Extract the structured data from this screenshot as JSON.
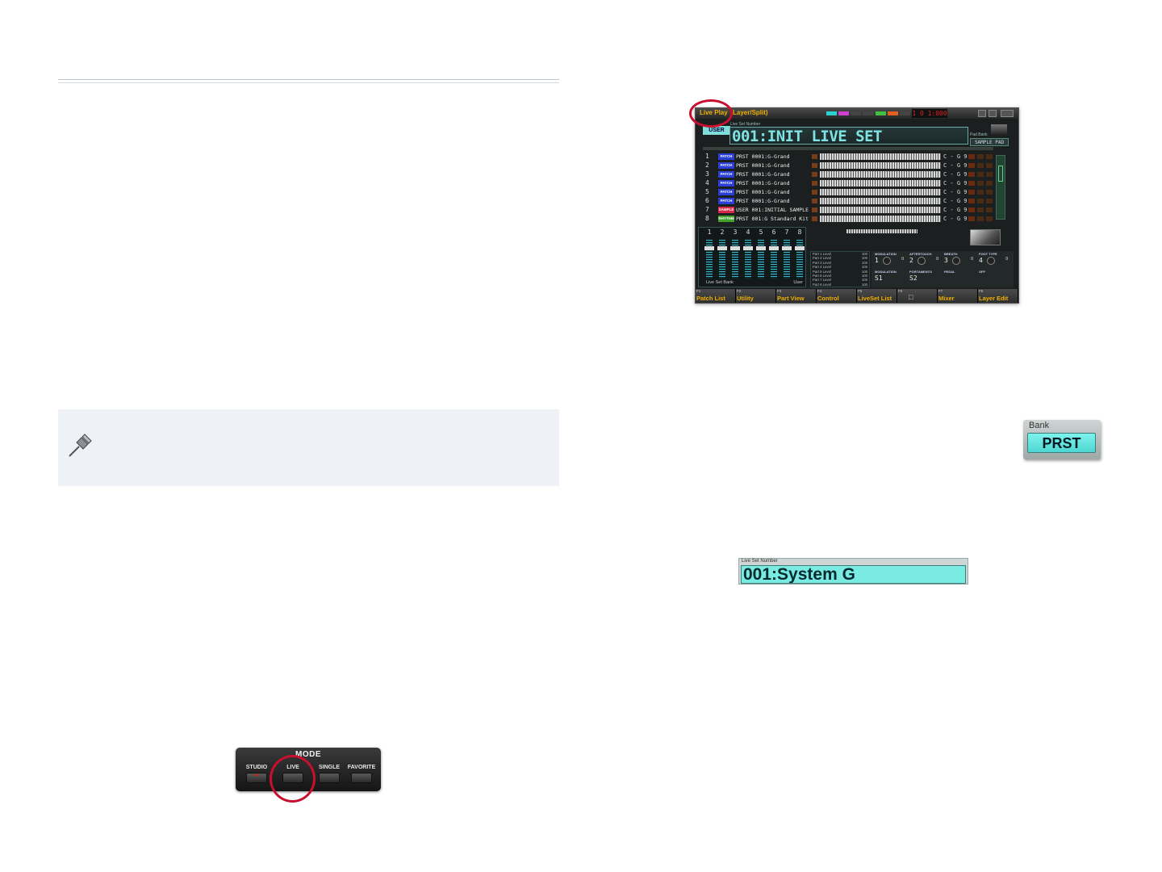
{
  "mode_panel": {
    "title": "MODE",
    "buttons": [
      "STUDIO",
      "LIVE",
      "SINGLE",
      "FAVORITE"
    ]
  },
  "live_screen": {
    "tabs": [
      "Live Play",
      "Layer/Split)"
    ],
    "tempo": "1 0 1:000",
    "set_type": "USER",
    "set_number_label": "Live Set Number",
    "set_name": "001:INIT LIVE SET",
    "pad_label": "Pad Bank",
    "pad_value": "SAMPLE PAD",
    "parts": [
      {
        "num": "1",
        "type": "PATCH",
        "name": "PRST 0001:G-Grand",
        "range": "C - G 9"
      },
      {
        "num": "2",
        "type": "PATCH",
        "name": "PRST 0001:G-Grand",
        "range": "C - G 9"
      },
      {
        "num": "3",
        "type": "PATCH",
        "name": "PRST 0001:G-Grand",
        "range": "C - G 9"
      },
      {
        "num": "4",
        "type": "PATCH",
        "name": "PRST 0001:G-Grand",
        "range": "C - G 9"
      },
      {
        "num": "5",
        "type": "PATCH",
        "name": "PRST 0001:G-Grand",
        "range": "C - G 9"
      },
      {
        "num": "6",
        "type": "PATCH",
        "name": "PRST 0001:G-Grand",
        "range": "C - G 9"
      },
      {
        "num": "7",
        "type": "SAMPLE",
        "name": "USER 001:INITIAL SAMPLE",
        "range": "C - G 9"
      },
      {
        "num": "8",
        "type": "RHYTHM",
        "name": "PRST 001:G Standard Kit",
        "range": "C - G 9"
      }
    ],
    "mixer_channels": [
      "1",
      "2",
      "3",
      "4",
      "5",
      "6",
      "7",
      "8"
    ],
    "bank_footer": {
      "label": "Live Set Bank",
      "value": "User"
    },
    "levels": [
      {
        "label": "Part 1 Level",
        "value": "100"
      },
      {
        "label": "Part 2 Level",
        "value": "100"
      },
      {
        "label": "Part 3 Level",
        "value": "100"
      },
      {
        "label": "Part 4 Level",
        "value": "100"
      },
      {
        "label": "Part 5 Level",
        "value": "100"
      },
      {
        "label": "Part 6 Level",
        "value": "100"
      },
      {
        "label": "Part 7 Level",
        "value": "100"
      },
      {
        "label": "Part 8 Level",
        "value": "100"
      }
    ],
    "controls": [
      {
        "label": "MODULATION",
        "num": "1",
        "value": "0"
      },
      {
        "label": "AFTERTOUCH",
        "num": "2",
        "value": "0"
      },
      {
        "label": "BREATH",
        "num": "3",
        "value": "0"
      },
      {
        "label": "FOOT TYPE",
        "num": "4",
        "value": "0"
      },
      {
        "label": "MODULATION",
        "num": "S1",
        "value": ""
      },
      {
        "label": "PORTAMENTO",
        "num": "S2",
        "value": ""
      },
      {
        "label": "PEDAL",
        "num": "",
        "value": ""
      },
      {
        "label": "OFF",
        "num": "",
        "value": ""
      }
    ],
    "function_keys": [
      {
        "num": "F1",
        "label": "Patch List"
      },
      {
        "num": "F2",
        "label": "Utility"
      },
      {
        "num": "F3",
        "label": "Part View"
      },
      {
        "num": "F4",
        "label": "Control"
      },
      {
        "num": "F5",
        "label": "LiveSet List"
      },
      {
        "num": "F6",
        "label": ""
      },
      {
        "num": "F7",
        "label": "Mixer"
      },
      {
        "num": "F8",
        "label": "Layer Edit"
      }
    ],
    "type_colors": {
      "PATCH": "#2a3fd6",
      "SAMPLE": "#d8284a",
      "RHYTHM": "#3fa02c"
    }
  },
  "bank_inset": {
    "label": "Bank",
    "value": "PRST"
  },
  "lsn_inset": {
    "label": "Live Set Number",
    "value": "001:System G"
  },
  "colors": {
    "accent_red": "#c8102e",
    "display_cyan": "#79ebe2",
    "tab_amber": "#f0b000"
  }
}
